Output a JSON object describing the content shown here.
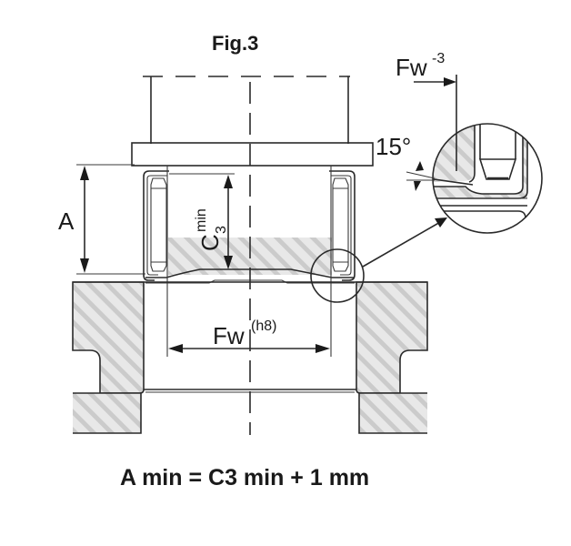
{
  "figure": {
    "title": "Fig.3",
    "formula": "A min = C3 min + 1 mm"
  },
  "labels": {
    "a_dimension": "A",
    "c3_main": "C",
    "c3_sub": "3",
    "c3_sup": "min",
    "fw_main": "Fw",
    "fw_sup": "(h8)",
    "detail_fw_main": "Fw",
    "detail_fw_sup": "-3",
    "angle": "15°"
  },
  "colors": {
    "line": "#2a2a2a",
    "hatch_background": "#e6e6e6",
    "hatch_stripe": "#c8c8c8",
    "text": "#1a1a1a"
  }
}
